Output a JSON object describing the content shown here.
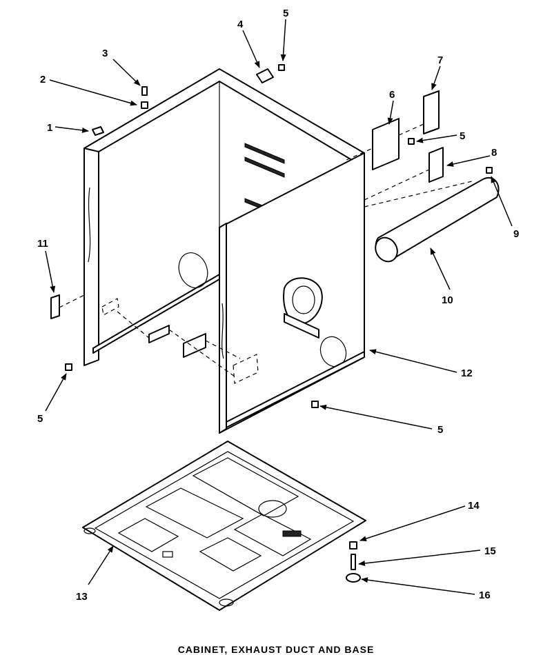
{
  "caption": "CABINET, EXHAUST DUCT AND BASE",
  "callouts": {
    "c1": "1",
    "c2": "2",
    "c3": "3",
    "c4": "4",
    "c5_top": "5",
    "c6": "6",
    "c7": "7",
    "c5_right": "5",
    "c8": "8",
    "c9": "9",
    "c10": "10",
    "c11": "11",
    "c12": "12",
    "c5_left": "5",
    "c5_front": "5",
    "c13": "13",
    "c14": "14",
    "c15": "15",
    "c16": "16"
  }
}
